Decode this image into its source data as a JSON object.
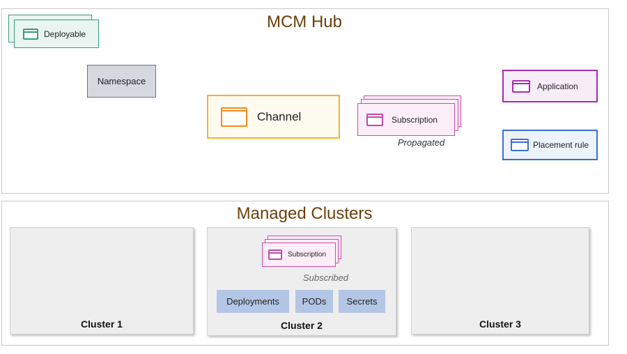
{
  "hub": {
    "title": "MCM Hub",
    "deployable": "Deployable",
    "namespace": "Namespace",
    "channel": "Channel",
    "subscription": "Subscription",
    "propagated": "Propagated",
    "application": "Application",
    "placement_rule": "Placement rule"
  },
  "managed": {
    "title": "Managed Clusters",
    "clusters": [
      {
        "label": "Cluster 1"
      },
      {
        "label": "Cluster 2",
        "subscription": "Subscription",
        "subscribed": "Subscribed",
        "resources": [
          "Deployments",
          "PODs",
          "Secrets"
        ]
      },
      {
        "label": "Cluster 3"
      }
    ]
  },
  "colors": {
    "deployable": "#3a9a7a",
    "namespace": "#6b6e80",
    "channel": "#f6b327",
    "subscription": "#d04aa8",
    "application": "#a52eb0",
    "placement_rule": "#3b6fd0",
    "resource_chip": "#b4c6e6",
    "section_title": "#6b3f0a"
  }
}
